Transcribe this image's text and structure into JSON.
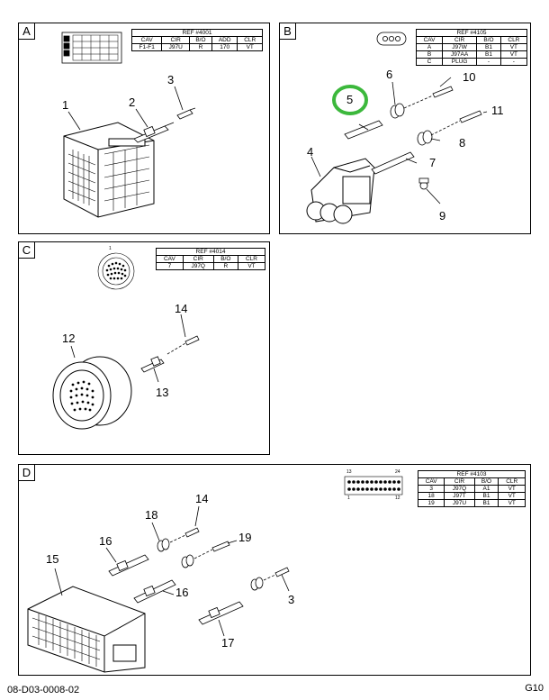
{
  "panels": {
    "A": {
      "letter": "A",
      "ref": {
        "title": "REF #4001",
        "headers": [
          "CAV",
          "CIR",
          "B/O",
          "ADD",
          "CLR"
        ],
        "rows": [
          [
            "F1-F1",
            "J97U",
            "R",
            "170",
            "VT"
          ]
        ]
      },
      "callouts": {
        "c1": "1",
        "c2": "2",
        "c3": "3"
      }
    },
    "B": {
      "letter": "B",
      "ref": {
        "title": "REF #4105",
        "headers": [
          "CAV",
          "CIR",
          "B/O",
          "CLR"
        ],
        "rows": [
          [
            "A",
            "J97W",
            "B1",
            "VT"
          ],
          [
            "B",
            "J97AA",
            "B1",
            "VT"
          ],
          [
            "C",
            "PLUG",
            "-",
            "-"
          ]
        ]
      },
      "callouts": {
        "c4": "4",
        "c5": "5",
        "c6": "6",
        "c7": "7",
        "c8": "8",
        "c9": "9",
        "c10": "10",
        "c11": "11"
      }
    },
    "C": {
      "letter": "C",
      "ref": {
        "title": "REF #4014",
        "headers": [
          "CAV",
          "CIR",
          "B/O",
          "CLR"
        ],
        "rows": [
          [
            "7",
            "J97Q",
            "R",
            "VT"
          ]
        ]
      },
      "callouts": {
        "c12": "12",
        "c13": "13",
        "c14": "14"
      }
    },
    "D": {
      "letter": "D",
      "ref": {
        "title": "REF #4103",
        "headers": [
          "CAV",
          "CIR",
          "B/O",
          "CLR"
        ],
        "rows": [
          [
            "3",
            "J97Q",
            "A1",
            "VT"
          ],
          [
            "18",
            "J97T",
            "B1",
            "VT"
          ],
          [
            "19",
            "J97U",
            "B1",
            "VT"
          ]
        ]
      },
      "pin_labels": {
        "tl": "13",
        "tr": "24",
        "bl": "1",
        "br": "12"
      },
      "callouts": {
        "c3": "3",
        "c14": "14",
        "c15": "15",
        "c16a": "16",
        "c16b": "16",
        "c17": "17",
        "c18": "18",
        "c19": "19"
      }
    }
  },
  "footer": {
    "doc_number": "08-D03-0008-02",
    "page_code": "G10"
  },
  "colors": {
    "highlight_circle": "#3cb83c",
    "line": "#000000"
  }
}
